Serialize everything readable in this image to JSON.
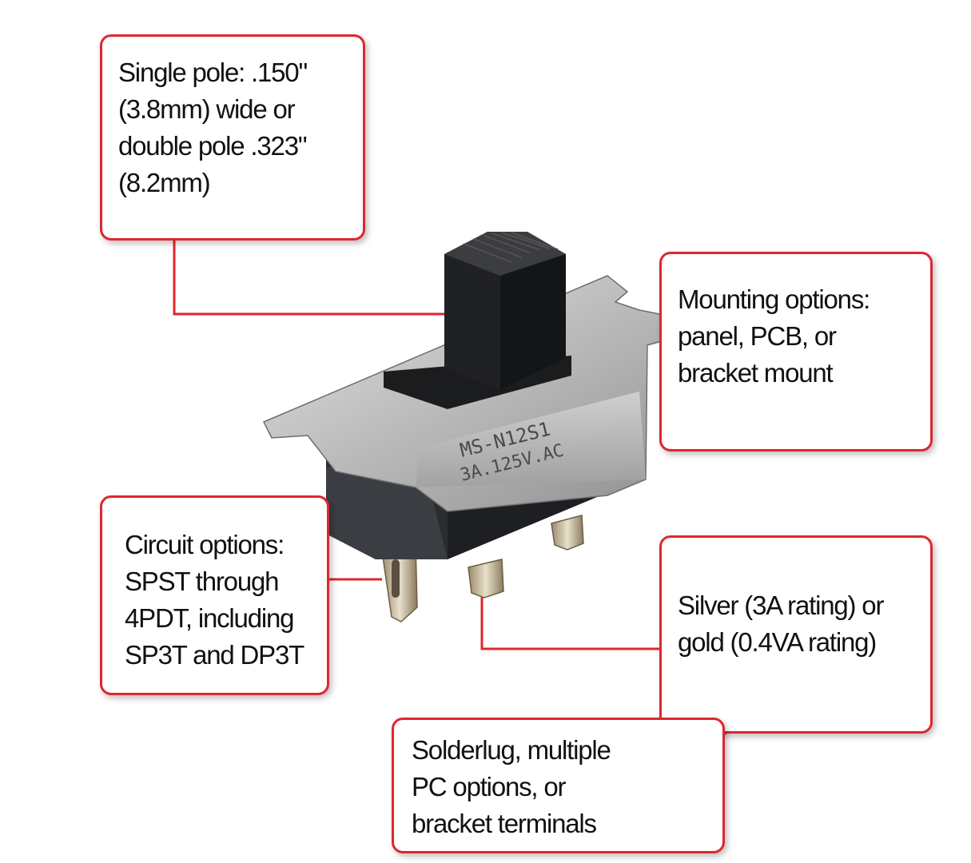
{
  "accent_color": "#e0262d",
  "product": {
    "marking_line1": "MS-N12S1",
    "marking_line2": "3A.125V.AC"
  },
  "callouts": {
    "size": {
      "lines": [
        "Single pole: .150\"",
        "(3.8mm) wide or",
        "double pole .323\"",
        "(8.2mm)"
      ]
    },
    "mounting": {
      "lines": [
        "Mounting options:",
        "panel, PCB, or",
        "bracket mount"
      ]
    },
    "circuit": {
      "lines": [
        "Circuit options:",
        "SPST through",
        "4PDT, including",
        "SP3T and DP3T"
      ]
    },
    "contacts": {
      "lines": [
        "Silver (3A rating) or",
        "gold (0.4VA rating)"
      ]
    },
    "terminals": {
      "lines": [
        "Solderlug, multiple",
        "PC options, or",
        "bracket terminals"
      ]
    }
  }
}
